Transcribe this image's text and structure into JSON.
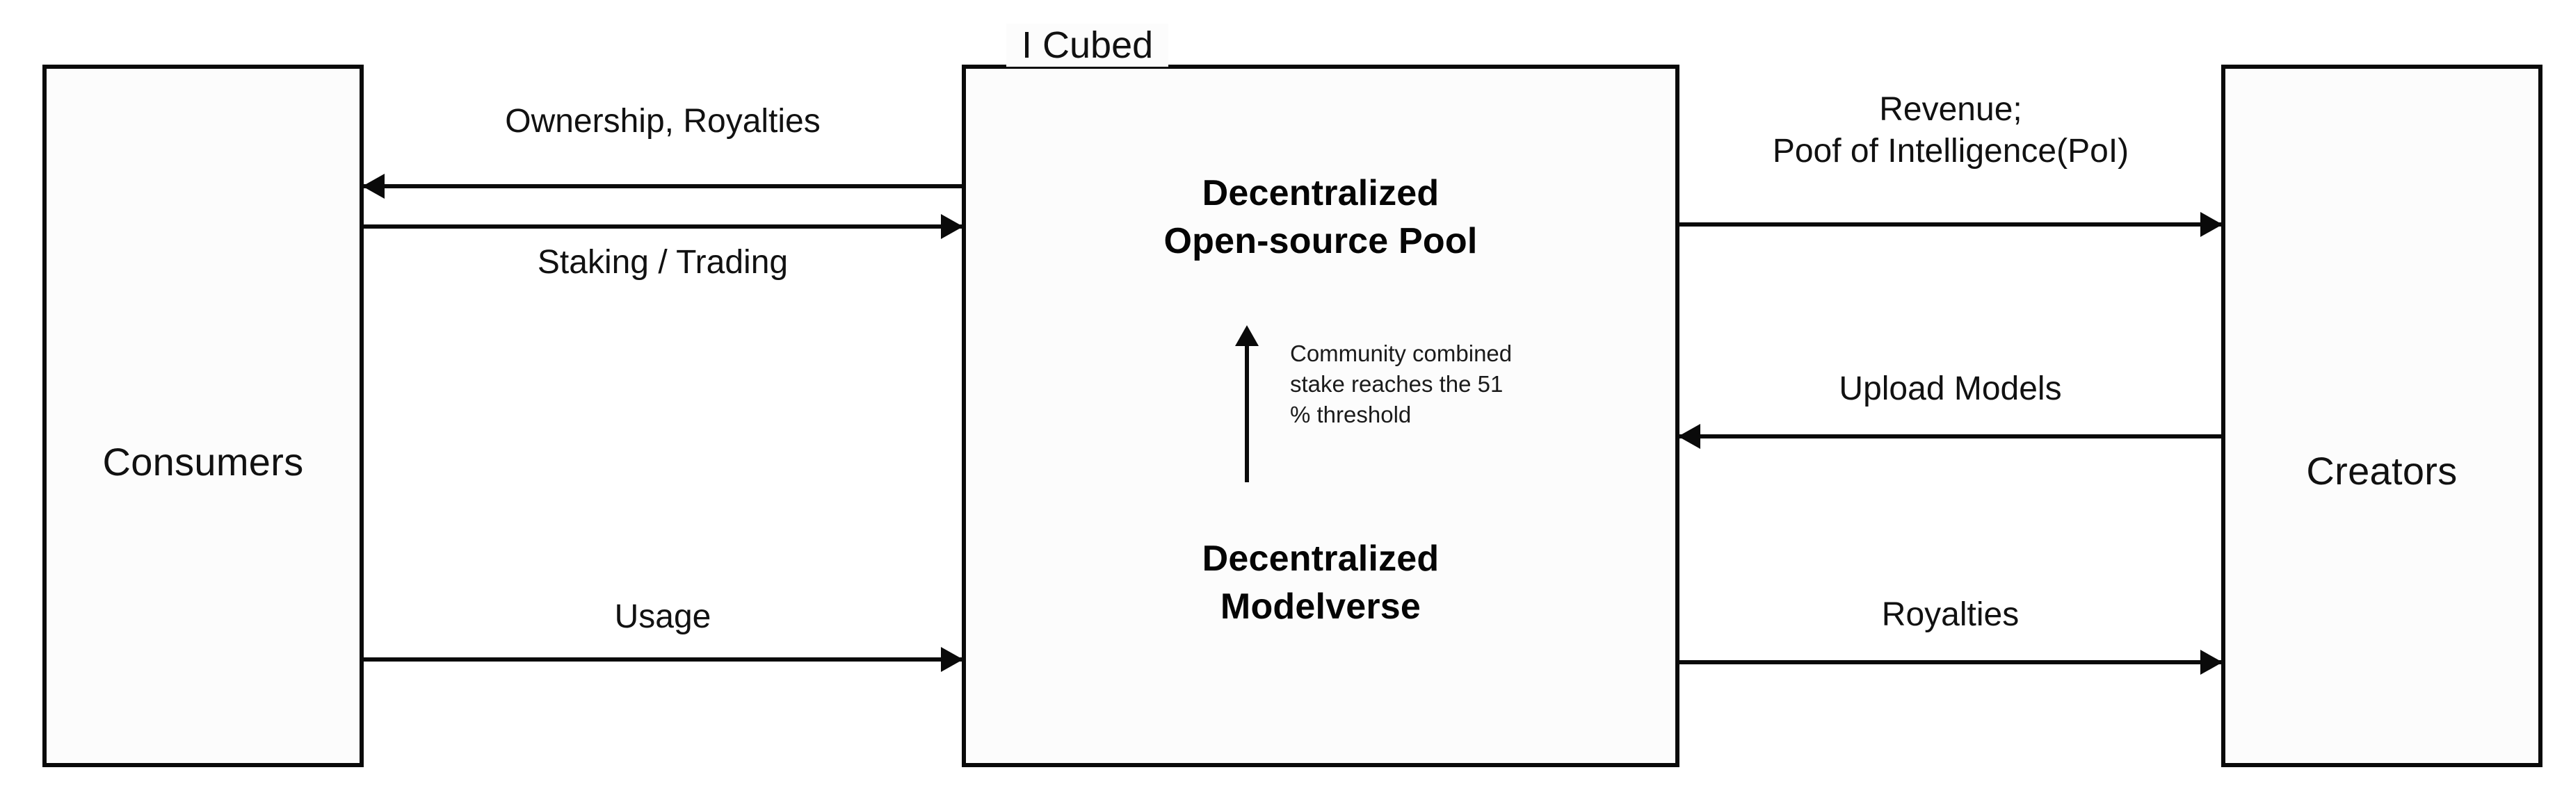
{
  "diagram": {
    "legend": "I Cubed",
    "nodes": {
      "left": {
        "label": "Consumers"
      },
      "right": {
        "label": "Creators"
      },
      "center": {
        "title_top": "Decentralized\nOpen-source Pool",
        "title_bottom": "Decentralized\nModelverse",
        "inner_arrow_note": "Community combined stake reaches the 51 % threshold",
        "inner_arrow_direction": "up"
      }
    },
    "edges": [
      {
        "id": "ownership-royalties",
        "label": "Ownership, Royalties",
        "from": "center",
        "to": "left",
        "direction": "left",
        "side": "left"
      },
      {
        "id": "staking-trading",
        "label": "Staking / Trading",
        "from": "left",
        "to": "center",
        "direction": "right",
        "side": "left"
      },
      {
        "id": "usage",
        "label": "Usage",
        "from": "left",
        "to": "center",
        "direction": "right",
        "side": "left"
      },
      {
        "id": "revenue-poi",
        "label": "Revenue;\nPoof of Intelligence(PoI)",
        "from": "center",
        "to": "right",
        "direction": "right",
        "side": "right"
      },
      {
        "id": "upload-models",
        "label": "Upload Models",
        "from": "right",
        "to": "center",
        "direction": "left",
        "side": "right"
      },
      {
        "id": "royalties",
        "label": "Royalties",
        "from": "center",
        "to": "right",
        "direction": "right",
        "side": "right"
      }
    ],
    "colors": {
      "stroke": "#0a0a0a",
      "box_fill": "#fcfcfc",
      "text": "#111111",
      "background": "#ffffff"
    }
  }
}
